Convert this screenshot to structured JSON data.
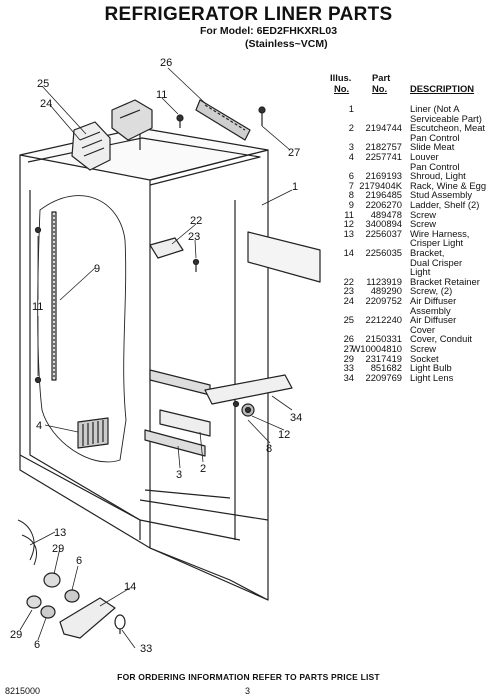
{
  "header": {
    "title": "REFRIGERATOR LINER PARTS",
    "model_line": "For Model: 6ED2FHKXRL03",
    "variant": "(Stainless~VCM)"
  },
  "table": {
    "headers": {
      "illus_1": "Illus.",
      "illus_2": "No.",
      "part_1": "Part",
      "part_2": "No.",
      "description": "DESCRIPTION"
    },
    "rows": [
      {
        "illus": "1",
        "part": "",
        "desc": [
          "Liner (Not A",
          "Serviceable Part)"
        ]
      },
      {
        "illus": "2",
        "part": "2194744",
        "desc": [
          "Escutcheon, Meat",
          "Pan Control"
        ]
      },
      {
        "illus": "3",
        "part": "2182757",
        "desc": [
          "Slide Meat"
        ]
      },
      {
        "illus": "4",
        "part": "2257741",
        "desc": [
          "Louver",
          "Pan Control"
        ]
      },
      {
        "illus": "6",
        "part": "2169193",
        "desc": [
          "Shroud, Light"
        ]
      },
      {
        "illus": "7",
        "part": "2179404K",
        "desc": [
          "Rack, Wine & Egg"
        ]
      },
      {
        "illus": "8",
        "part": "2196485",
        "desc": [
          "Stud Assembly"
        ]
      },
      {
        "illus": "9",
        "part": "2206270",
        "desc": [
          "Ladder, Shelf (2)"
        ]
      },
      {
        "illus": "11",
        "part": "489478",
        "desc": [
          "Screw"
        ]
      },
      {
        "illus": "12",
        "part": "3400894",
        "desc": [
          "Screw"
        ]
      },
      {
        "illus": "13",
        "part": "2256037",
        "desc": [
          "Wire Harness,",
          "Crisper Light"
        ]
      },
      {
        "illus": "14",
        "part": "2256035",
        "desc": [
          "Bracket,",
          "Dual Crisper",
          "Light"
        ]
      },
      {
        "illus": "22",
        "part": "1123919",
        "desc": [
          "Bracket Retainer"
        ]
      },
      {
        "illus": "23",
        "part": "489290",
        "desc": [
          "Screw, (2)"
        ]
      },
      {
        "illus": "24",
        "part": "2209752",
        "desc": [
          "Air Diffuser",
          "Assembly"
        ]
      },
      {
        "illus": "25",
        "part": "2212240",
        "desc": [
          "Air Diffuser",
          "Cover"
        ]
      },
      {
        "illus": "26",
        "part": "2150331",
        "desc": [
          "Cover, Conduit"
        ]
      },
      {
        "illus": "27",
        "part": "W10004810",
        "desc": [
          "Screw"
        ]
      },
      {
        "illus": "29",
        "part": "2317419",
        "desc": [
          "Socket"
        ]
      },
      {
        "illus": "33",
        "part": "851682",
        "desc": [
          "Light Bulb"
        ]
      },
      {
        "illus": "34",
        "part": "2209769",
        "desc": [
          "Light Lens"
        ]
      }
    ]
  },
  "callouts": {
    "c25": "25",
    "c24": "24",
    "c26": "26",
    "c11a": "11",
    "c27": "27",
    "c1": "1",
    "c22": "22",
    "c23": "23",
    "c9": "9",
    "c11b": "11",
    "c4": "4",
    "c34": "34",
    "c12": "12",
    "c8": "8",
    "c3": "3",
    "c2": "2",
    "c13": "13",
    "c29a": "29",
    "c6a": "6",
    "c14": "14",
    "c29b": "29",
    "c6b": "6",
    "c33": "33"
  },
  "footer": {
    "note": "FOR ORDERING INFORMATION REFER TO PARTS PRICE LIST",
    "doc_number": "8215000",
    "page": "3"
  }
}
